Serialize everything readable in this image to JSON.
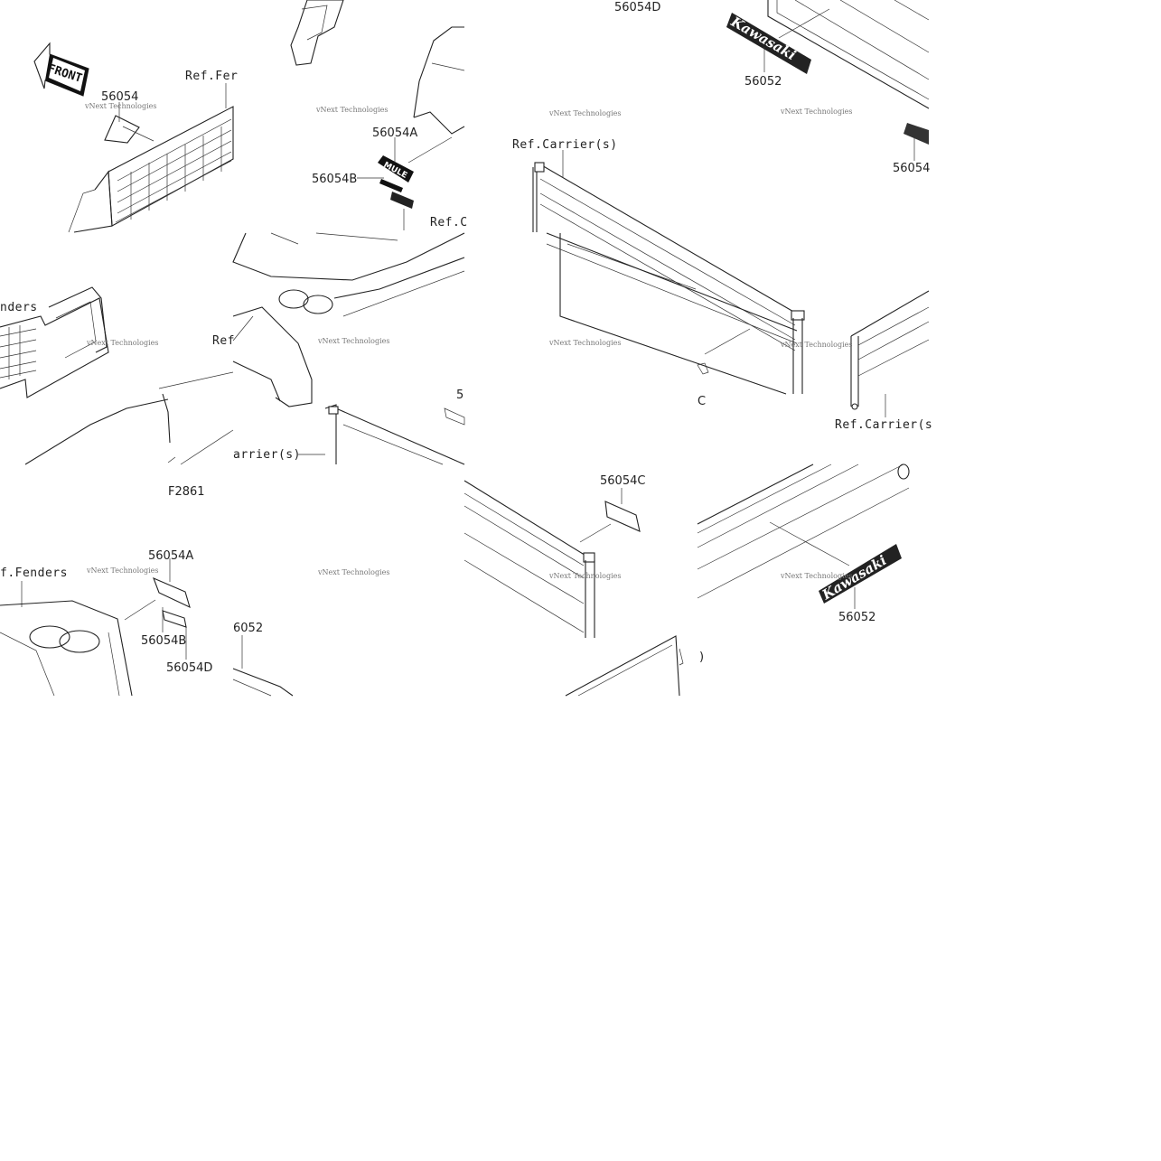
{
  "diagram": {
    "figure_code": "F2861",
    "front_arrow": "FRONT",
    "part_numbers": {
      "p56054": "56054",
      "p56054_cut": "56054",
      "p56054A_top": "56054A",
      "p56054B_top": "56054B",
      "p56054D_top": "56054D",
      "p56052_top": "56052",
      "p56054A_bottom": "56054A",
      "p56054B_bottom": "56054B",
      "p56054D_bottom": "56054D",
      "p56054C": "56054C",
      "p56052_bottom": "56052",
      "p6052_cut": "6052",
      "p5_cut": "5"
    },
    "references": {
      "ref_fenders_top": "Ref.Fer",
      "ref_fenders_left": "nders",
      "ref_fenders_bottom": "f.Fenders",
      "ref_c_cut": "Ref.C",
      "ref_cut": "Ref",
      "ref_carrier_main": "Ref.Carrier(s)",
      "ref_carrier_right": "Ref.Carrier(s",
      "ref_carrier_cut": "arrier(s)",
      "c_cut": "C",
      "paren_cut": ")"
    },
    "decals": {
      "kawasaki_top": "Kawasaki",
      "kawasaki_bottom": "Kawasaki",
      "mule_badge": "MULE"
    },
    "watermark": {
      "text": "vNext Technologies"
    }
  }
}
